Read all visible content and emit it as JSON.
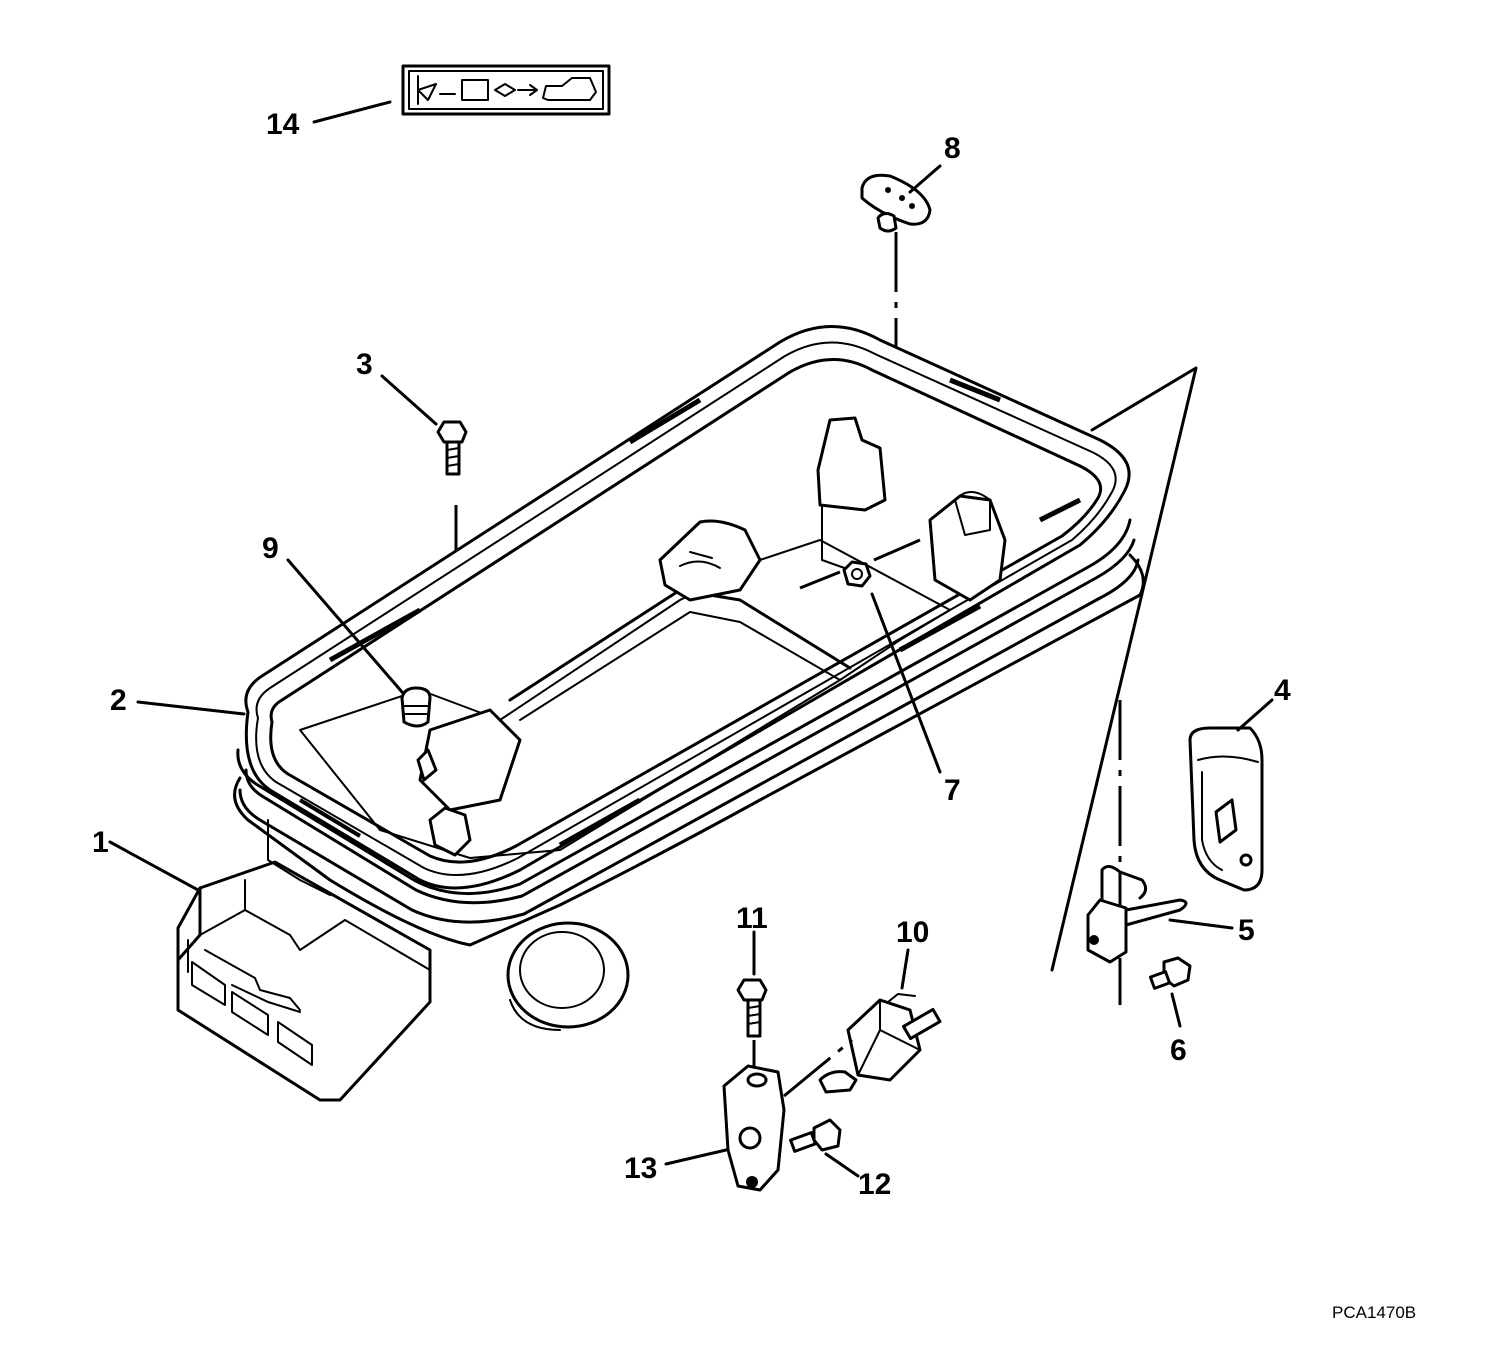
{
  "figure_code": "PCA1470B",
  "callouts": [
    {
      "id": "callout-1",
      "text": "1"
    },
    {
      "id": "callout-2",
      "text": "2"
    },
    {
      "id": "callout-3",
      "text": "3"
    },
    {
      "id": "callout-4",
      "text": "4"
    },
    {
      "id": "callout-5",
      "text": "5"
    },
    {
      "id": "callout-6",
      "text": "6"
    },
    {
      "id": "callout-7",
      "text": "7"
    },
    {
      "id": "callout-8",
      "text": "8"
    },
    {
      "id": "callout-9",
      "text": "9"
    },
    {
      "id": "callout-10",
      "text": "10"
    },
    {
      "id": "callout-11",
      "text": "11"
    },
    {
      "id": "callout-12",
      "text": "12"
    },
    {
      "id": "callout-13",
      "text": "13"
    },
    {
      "id": "callout-14",
      "text": "14"
    }
  ],
  "colors": {
    "ink": "#000000",
    "paper": "#ffffff"
  }
}
